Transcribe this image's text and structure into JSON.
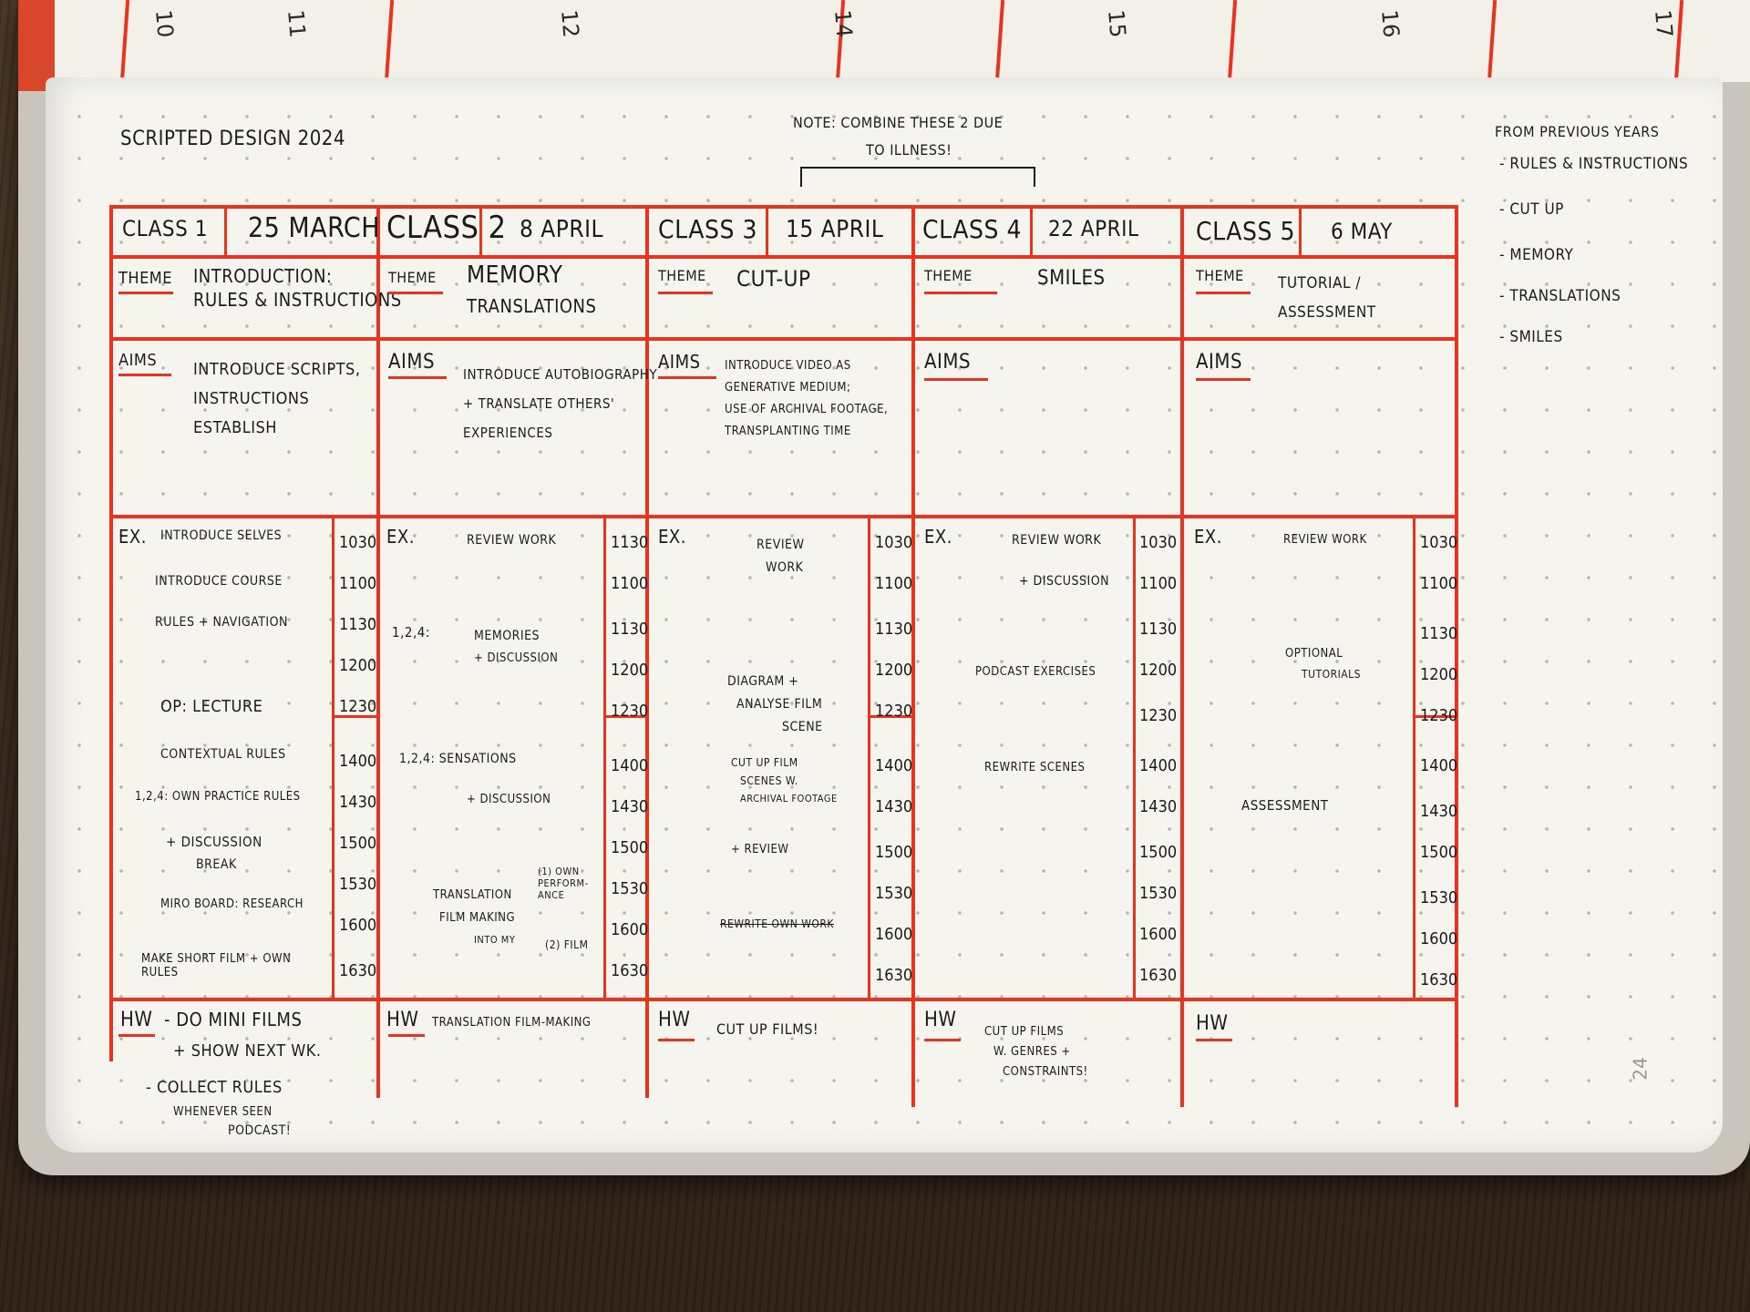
{
  "prev_page": {
    "numbers": [
      "10",
      "11",
      "12",
      "14",
      "15",
      "16",
      "17"
    ]
  },
  "title": "SCRIPTED DESIGN 2024",
  "note": {
    "line1": "NOTE: COMBINE THESE 2 DUE",
    "line2": "TO ILLNESS!"
  },
  "side_notes": {
    "heading": "FROM PREVIOUS YEARS",
    "items": [
      "- RULES & INSTRUCTIONS",
      "- CUT UP",
      "- MEMORY",
      "- TRANSLATIONS",
      "- SMILES"
    ]
  },
  "classes": [
    {
      "label": "CLASS 1",
      "date": "25 MARCH",
      "theme_label": "THEME",
      "theme": [
        "INTRODUCTION:",
        "RULES & INSTRUCTIONS"
      ],
      "aims_label": "AIMS",
      "aims": [
        "INTRODUCE SCRIPTS,",
        "INSTRUCTIONS",
        "ESTABLISH"
      ],
      "ex_label": "EX.",
      "ex": [
        "INTRODUCE SELVES",
        "INTRODUCE COURSE",
        "RULES + NAVIGATION",
        "OP: LECTURE",
        "CONTEXTUAL RULES",
        "1,2,4: OWN PRACTICE RULES",
        "+ DISCUSSION",
        "BREAK",
        "MIRO BOARD: RESEARCH",
        "MAKE SHORT FILM + OWN RULES"
      ],
      "times": [
        "1030",
        "1100",
        "1130",
        "1200",
        "1230",
        "1400",
        "1430",
        "1500",
        "1530",
        "1600",
        "1630"
      ],
      "hw_label": "HW",
      "hw": [
        "- DO MINI FILMS",
        "+ SHOW NEXT WK.",
        "- COLLECT RULES",
        "WHENEVER SEEN",
        "PODCAST!"
      ]
    },
    {
      "label": "CLASS 2",
      "date": "8 APRIL",
      "theme_label": "THEME",
      "theme": [
        "MEMORY",
        "TRANSLATIONS"
      ],
      "aims_label": "AIMS",
      "aims": [
        "INTRODUCE AUTOBIOGRAPHY",
        "+ TRANSLATE OTHERS'",
        "EXPERIENCES"
      ],
      "ex_label": "EX.",
      "ex": [
        "REVIEW WORK",
        "1,2,4:",
        "MEMORIES",
        "+ DISCUSSION",
        "1,2,4: SENSATIONS",
        "+ DISCUSSION",
        "TRANSLATION",
        "FILM MAKING",
        "INTO MY",
        "(1) OWN PERFORM-ANCE",
        "(2) FILM"
      ],
      "times": [
        "1130",
        "1100",
        "1130",
        "1200",
        "1230",
        "1400",
        "1430",
        "1500",
        "1530",
        "1600",
        "1630"
      ],
      "hw_label": "HW",
      "hw": [
        "TRANSLATION FILM-MAKING"
      ]
    },
    {
      "label": "CLASS 3",
      "date": "15 APRIL",
      "theme_label": "THEME",
      "theme": [
        "CUT-UP"
      ],
      "aims_label": "AIMS",
      "aims": [
        "INTRODUCE VIDEO AS",
        "GENERATIVE MEDIUM;",
        "USE OF ARCHIVAL FOOTAGE,",
        "TRANSPLANTING TIME"
      ],
      "ex_label": "EX.",
      "ex": [
        "REVIEW",
        "WORK",
        "DIAGRAM +",
        "ANALYSE FILM",
        "SCENE",
        "CUT UP FILM",
        "SCENES W.",
        "ARCHIVAL FOOTAGE",
        "+ REVIEW",
        "REWRITE OWN WORK"
      ],
      "times": [
        "1030",
        "1100",
        "1130",
        "1200",
        "1230",
        "1400",
        "1430",
        "1500",
        "1530",
        "1600",
        "1630"
      ],
      "hw_label": "HW",
      "hw": [
        "CUT UP FILMS!"
      ]
    },
    {
      "label": "CLASS 4",
      "date": "22 APRIL",
      "theme_label": "THEME",
      "theme": [
        "SMILES"
      ],
      "aims_label": "AIMS",
      "aims": [],
      "ex_label": "EX.",
      "ex": [
        "REVIEW WORK",
        "+ DISCUSSION",
        "PODCAST EXERCISES",
        "REWRITE SCENES"
      ],
      "times": [
        "1030",
        "1100",
        "1130",
        "1200",
        "1230",
        "1400",
        "1430",
        "1500",
        "1530",
        "1600",
        "1630"
      ],
      "hw_label": "HW",
      "hw": [
        "CUT UP FILMS",
        "W. GENRES +",
        "CONSTRAINTS!"
      ]
    },
    {
      "label": "CLASS 5",
      "date": "6 MAY",
      "theme_label": "THEME",
      "theme": [
        "TUTORIAL /",
        "ASSESSMENT"
      ],
      "aims_label": "AIMS",
      "aims": [],
      "ex_label": "EX.",
      "ex": [
        "REVIEW WORK",
        "OPTIONAL",
        "TUTORIALS",
        "ASSESSMENT"
      ],
      "times": [
        "1030",
        "1100",
        "1130",
        "1200",
        "1230",
        "1400",
        "1430",
        "1500",
        "1530",
        "1600",
        "1630"
      ],
      "hw_label": "HW",
      "hw": []
    }
  ],
  "page_number": "24",
  "colors": {
    "ink": "#1b1b1b",
    "red_pen": "#e8341c",
    "paper": "#f6f4ef"
  }
}
